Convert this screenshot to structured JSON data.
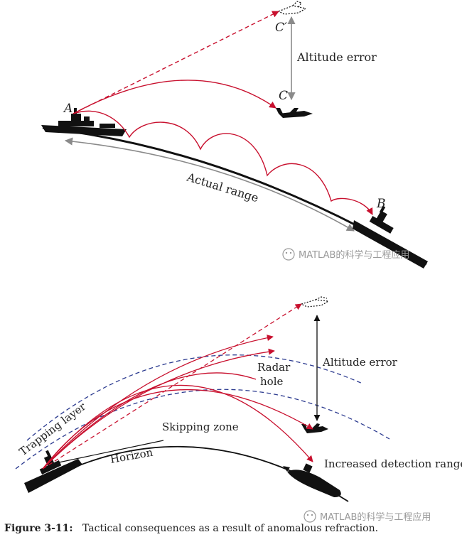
{
  "top": {
    "point_a": "A",
    "point_b": "B",
    "point_c": "C",
    "point_c_prime": "C′",
    "altitude_error": "Altitude error",
    "actual_range": "Actual range"
  },
  "bottom": {
    "trapping_layer": "Trapping layer",
    "radar_hole_line1": "Radar",
    "radar_hole_line2": "hole",
    "altitude_error": "Altitude error",
    "skipping_zone": "Skipping zone",
    "horizon": "Horizon",
    "increased_detection_range": "Increased detection range"
  },
  "watermark": {
    "text": "MATLAB的科学与工程应用"
  },
  "caption": {
    "label": "Figure 3-11:",
    "text": "Tactical consequences as a result of anomalous refraction."
  },
  "colors": {
    "ray": "#c8102e",
    "earth": "#111111",
    "range_arrow": "#8a8a8a",
    "trapping": "#2b3a8f",
    "text": "#222222"
  }
}
